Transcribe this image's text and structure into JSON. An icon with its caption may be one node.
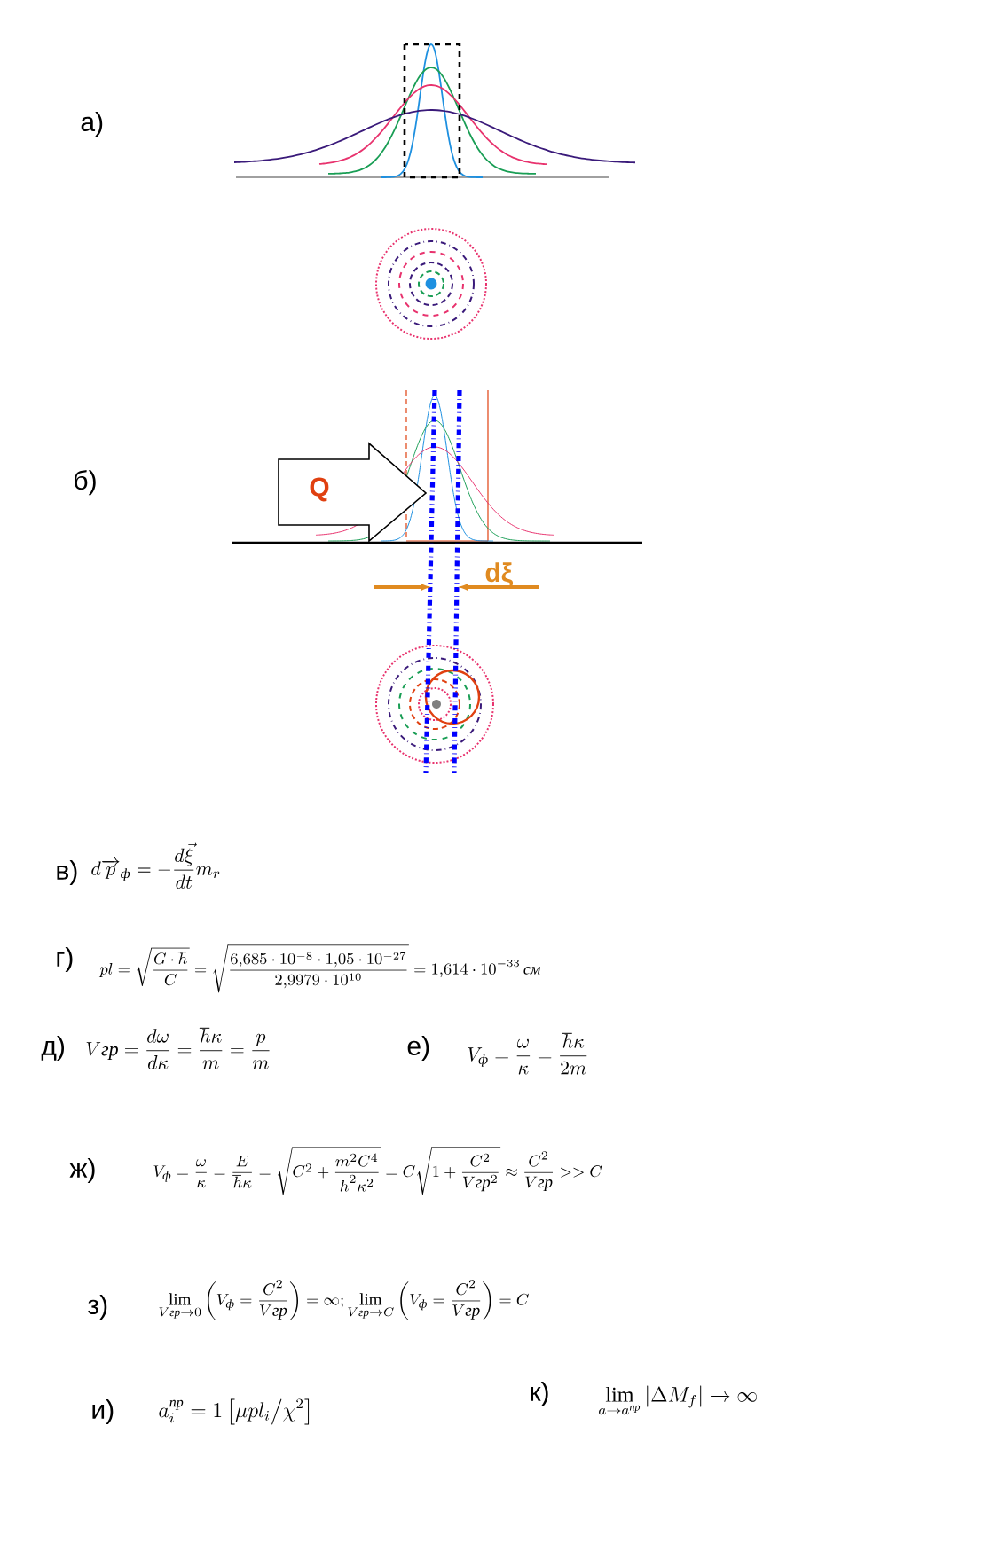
{
  "diagram": {
    "nodes": [
      {
        "text": [
          "Q"
        ]
      }
    ],
    "edges": [],
    "labels": [
      "а)",
      "б)",
      "dξ",
      "в)",
      "d\\overrightarrow{p}_{\\textit{ф}}=-\\frac{d\\vec{\\xi}}{dt}m_{r}",
      "г)",
      "pl=\\sqrt{\\frac{G\\cdot\\hbar}{C}}=\\sqrt{\\frac{6{,}685\\cdot10^{-8}\\cdot1{,}05\\cdot10^{-27}}{2{,}9979\\cdot10^{10}}}=1{,}614\\cdot10^{-33}\\,\\textit{см}",
      "д)",
      "V\\textit{гр}=\\frac{d\\omega}{d\\kappa}=\\frac{\\hbar\\kappa}{m}=\\frac{p}{m}",
      "е)",
      "V_{\\textit{ф}}=\\frac{\\omega}{\\kappa}=\\frac{\\hbar\\kappa}{2m}",
      "ж)",
      "V_{\\textit{ф}}=\\frac{\\omega}{\\kappa}=\\frac{E}{\\hbar\\kappa}=\\sqrt{C^{2}+\\frac{m^{2}C^{4}}{\\hbar^{2}\\kappa^{2}}}=C\\sqrt{1+\\frac{C^{2}}{V\\textit{гр}^{2}}}\\approx\\frac{C^{2}}{V\\textit{гр}}>>C",
      "з)",
      "\\lim_{V\\textit{гр}\\to0}\\left(V_{\\textit{ф}}=\\frac{C^{2}}{V\\textit{гр}}\\right)=\\infty;\\lim_{V\\textit{гр}\\to C}\\left(V_{\\textit{ф}}=\\frac{C^{2}}{V\\textit{гр}}\\right)=C",
      "и)",
      "a_{i}^{\\textit{пр}}=1\\left[\\mu pl_{i}\\big/\\chi^{2}\\right]",
      "к)",
      "\\lim_{a\\to a^{\\textit{пр}}}\\left|\\Delta M_{f}\\right|\\to\\infty"
    ]
  }
}
